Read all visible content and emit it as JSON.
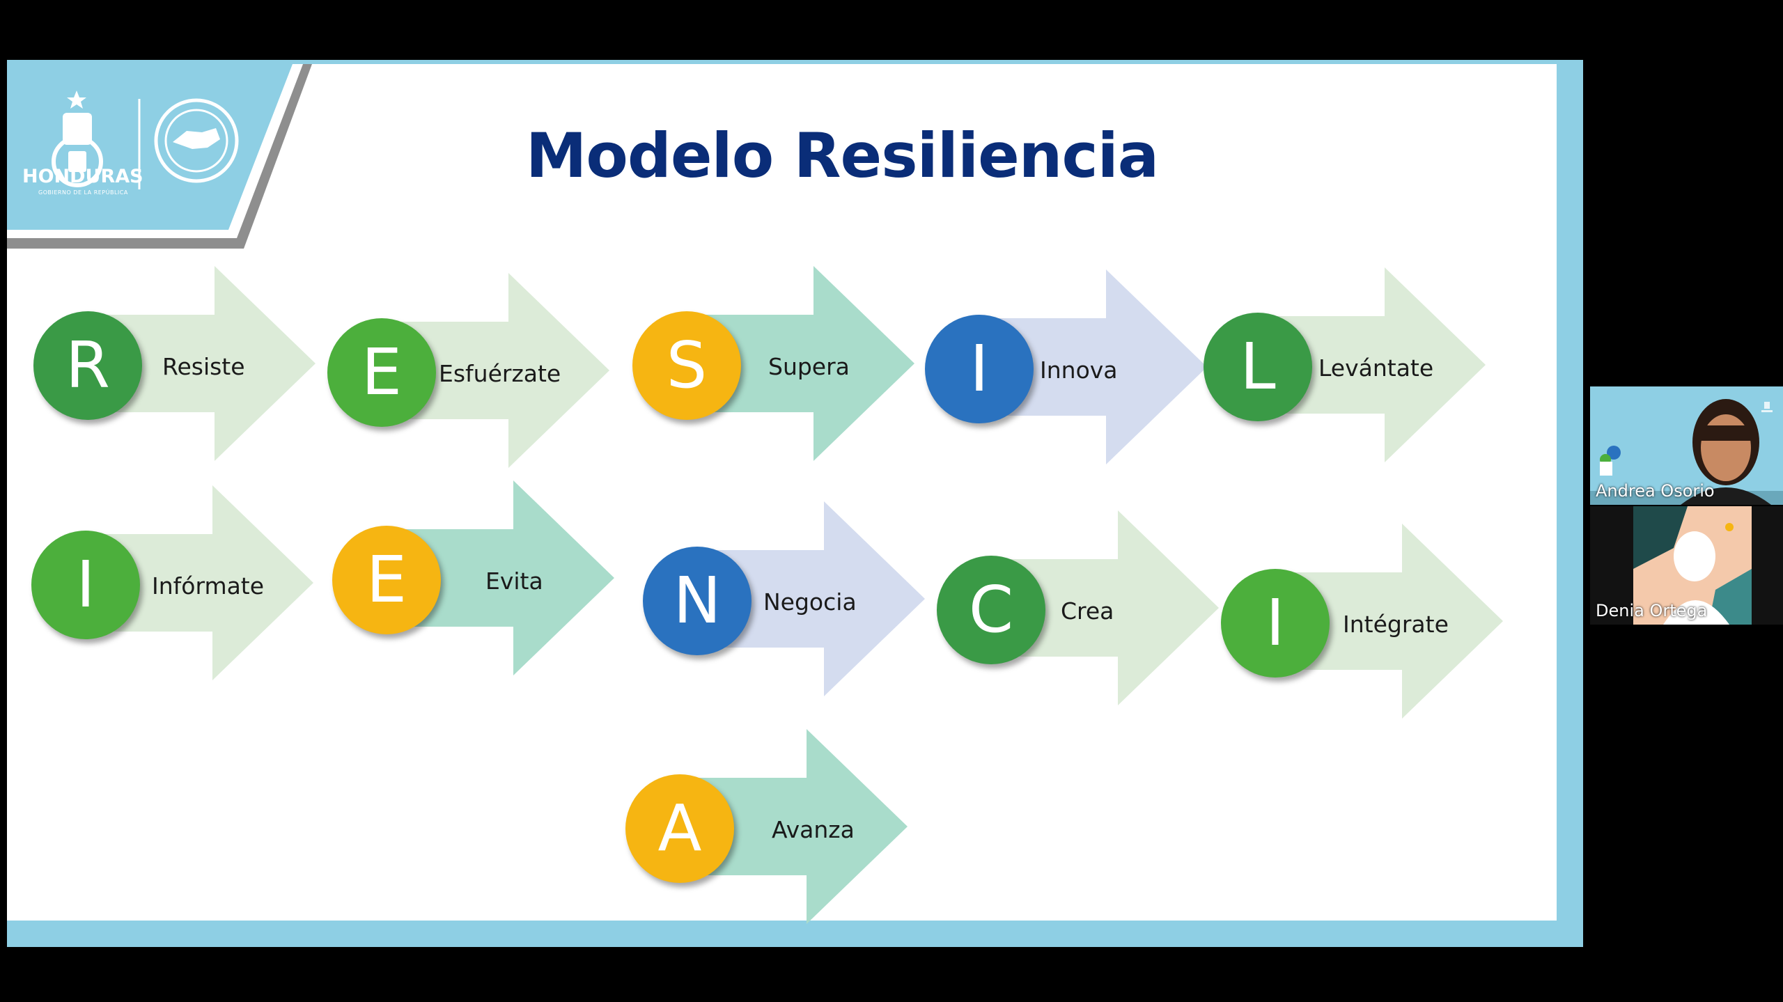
{
  "slide": {
    "title": "Modelo Resiliencia",
    "logo": {
      "text": "HONDURAS",
      "subtext": "GOBIERNO DE LA REPÚBLICA"
    },
    "items": [
      {
        "letter": "R",
        "word": "Resiste",
        "color": "#3a9a46",
        "arrow_color": "#dcebd8"
      },
      {
        "letter": "E",
        "word": "Esfuérzate",
        "color": "#4caf3c",
        "arrow_color": "#dcebd8"
      },
      {
        "letter": "S",
        "word": "Supera",
        "color": "#f6b512",
        "arrow_color": "#a9dccb"
      },
      {
        "letter": "I",
        "word": "Innova",
        "color": "#2a72bf",
        "arrow_color": "#d4dcef"
      },
      {
        "letter": "L",
        "word": "Levántate",
        "color": "#3a9a46",
        "arrow_color": "#dcebd8"
      },
      {
        "letter": "I",
        "word": "Infórmate",
        "color": "#4caf3c",
        "arrow_color": "#dcebd8"
      },
      {
        "letter": "E",
        "word": "Evita",
        "color": "#f6b512",
        "arrow_color": "#a9dccb"
      },
      {
        "letter": "N",
        "word": "Negocia",
        "color": "#2a72bf",
        "arrow_color": "#d4dcef"
      },
      {
        "letter": "C",
        "word": "Crea",
        "color": "#3a9a46",
        "arrow_color": "#dcebd8"
      },
      {
        "letter": "I",
        "word": "Intégrate",
        "color": "#4caf3c",
        "arrow_color": "#dcebd8"
      },
      {
        "letter": "A",
        "word": "Avanza",
        "color": "#f6b512",
        "arrow_color": "#a9dccb"
      }
    ]
  },
  "participants": [
    {
      "name": "Andrea Osorio"
    },
    {
      "name": "Denia Ortega"
    }
  ]
}
